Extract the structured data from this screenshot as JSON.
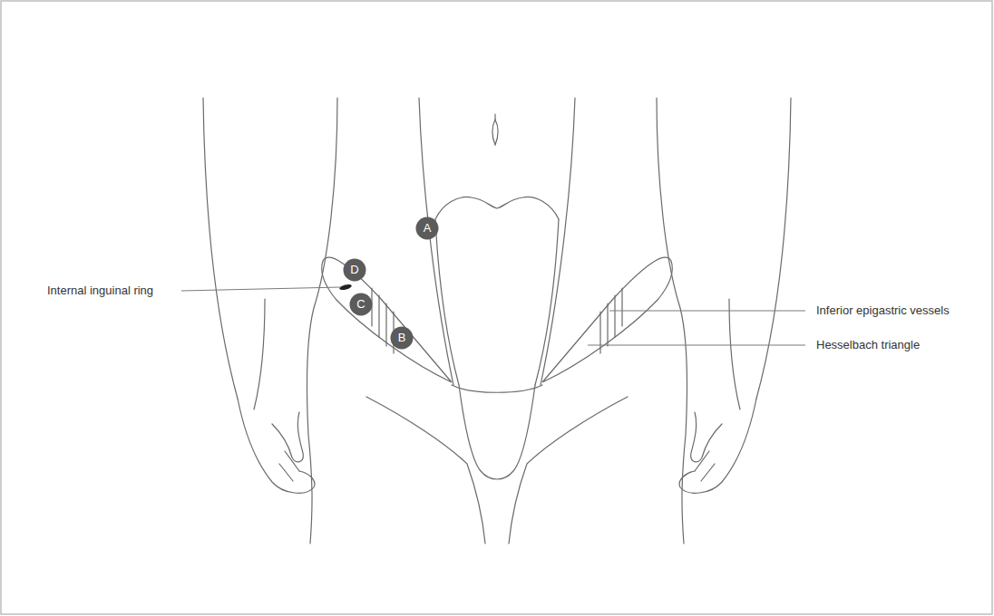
{
  "diagram": {
    "nodes": [
      {
        "text": [
          "A"
        ]
      },
      {
        "text": [
          "D"
        ]
      },
      {
        "text": [
          "C"
        ]
      },
      {
        "text": [
          "B"
        ]
      }
    ],
    "labels": [
      "Internal inguinal ring",
      "Inferior epigastric vessels",
      "Hesselbach triangle"
    ]
  }
}
